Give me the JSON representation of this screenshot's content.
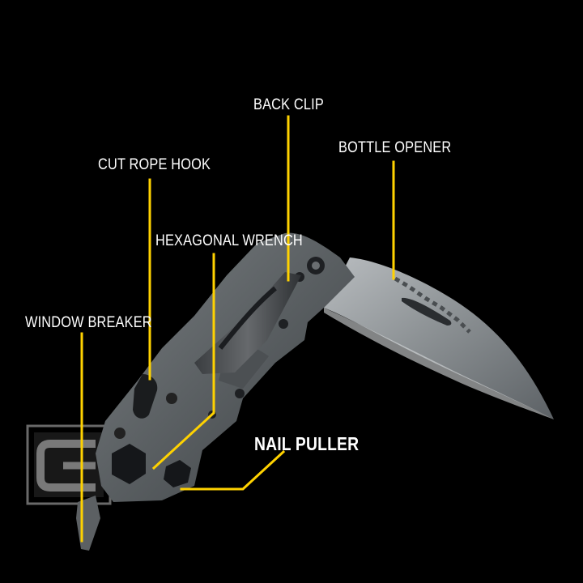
{
  "image": {
    "subject": "folding multi-tool knife with labeled features",
    "background_color": "#000000",
    "leader_color": "#ffd200"
  },
  "callouts": [
    {
      "id": "back-clip",
      "label": "BACK CLIP"
    },
    {
      "id": "bottle-opener",
      "label": "BOTTLE OPENER"
    },
    {
      "id": "cut-rope-hook",
      "label": "CUT ROPE HOOK"
    },
    {
      "id": "hexagonal-wrench",
      "label": "HEXAGONAL WRENCH"
    },
    {
      "id": "window-breaker",
      "label": "WINDOW BREAKER"
    },
    {
      "id": "nail-puller",
      "label": "NAIL PULLER"
    }
  ]
}
